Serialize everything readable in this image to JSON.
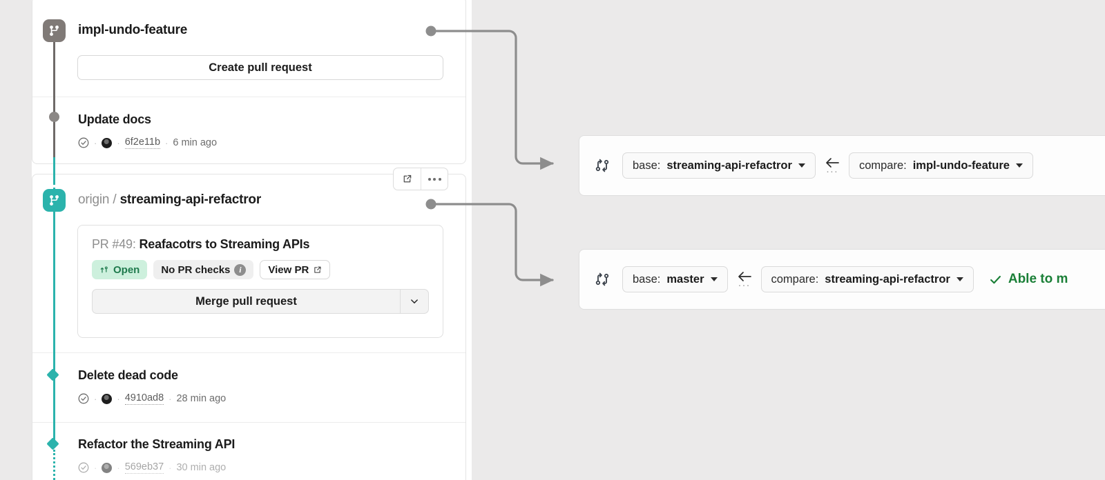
{
  "colors": {
    "canvas": "#ebeaea",
    "card_bg": "#ffffff",
    "spine_gray": "#6e6a68",
    "spine_teal": "#2bb3ac",
    "chip_gray": "#807a77",
    "chip_teal": "#2bb3ac",
    "open_badge_bg": "#cdf0dd",
    "open_badge_fg": "#1f7a4d",
    "merge_ok_green": "#1a7f37",
    "connector": "#8d8d8d"
  },
  "left_panel": {
    "branches": [
      {
        "icon": "git-branch-icon",
        "remote_prefix": "",
        "name": "impl-undo-feature",
        "primary_action": "Create pull request",
        "commits": [
          {
            "message": "Update docs",
            "status_icon": "check-circle-icon",
            "author_avatar": "avatar",
            "sha": "6f2e11b",
            "time": "6 min ago"
          }
        ]
      },
      {
        "icon": "git-branch-icon",
        "remote_prefix": "origin",
        "separator": "/",
        "name": "streaming-api-refactror",
        "actions": {
          "open_external": "external-link-icon",
          "more": "more-options-icon"
        },
        "pull_request": {
          "number_label": "PR #49:",
          "title": "Reafacotrs to Streaming APIs",
          "state_badge": "Open",
          "state_icon": "pull-request-icon",
          "checks_badge": "No PR checks",
          "checks_info_icon": "info-icon",
          "view_pr": "View PR",
          "view_pr_icon": "external-link-icon",
          "merge_button": "Merge pull request",
          "merge_caret_icon": "chevron-down-icon"
        },
        "commits": [
          {
            "message": "Delete dead code",
            "status_icon": "check-circle-icon",
            "author_avatar": "avatar",
            "sha": "4910ad8",
            "time": "28 min ago"
          },
          {
            "message": "Refactor the Streaming API",
            "status_icon": "check-circle-icon",
            "author_avatar": "avatar",
            "sha": "569eb37",
            "time": "30 min ago"
          }
        ]
      }
    ]
  },
  "compare_bars": [
    {
      "icon": "git-compare-icon",
      "base_label": "base:",
      "base_value": "streaming-api-refactror",
      "swap_icon": "arrow-left-icon",
      "swap_dots": "···",
      "compare_label": "compare:",
      "compare_value": "impl-undo-feature",
      "status": "",
      "status_icon": ""
    },
    {
      "icon": "git-compare-icon",
      "base_label": "base:",
      "base_value": "master",
      "swap_icon": "arrow-left-icon",
      "swap_dots": "···",
      "compare_label": "compare:",
      "compare_value": "streaming-api-refactror",
      "status": "Able to m",
      "status_icon": "check-icon"
    }
  ]
}
